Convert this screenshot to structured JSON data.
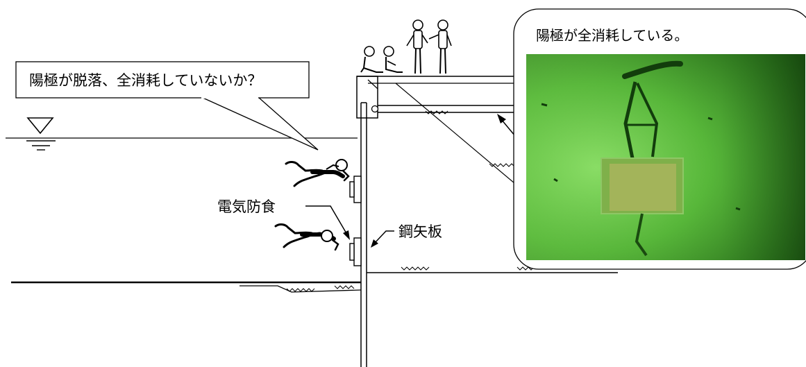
{
  "callout_left": {
    "text": "陽極が脱落、全消耗していないか？"
  },
  "callout_right": {
    "text": "陽極が全消耗している。"
  },
  "labels": {
    "cathodic_protection": "電気防食",
    "steel_sheet_pile": "鋼矢板"
  },
  "photo": {
    "subject": "underwater-anode-photo",
    "colors": {
      "water_dark": "#1f6b14",
      "water_light": "#7fd35a",
      "anode_block": "#a3b45a"
    }
  },
  "icons": [
    "water-level-icon",
    "diver-icon",
    "worker-icon",
    "anode-icon",
    "arrow-icon"
  ]
}
